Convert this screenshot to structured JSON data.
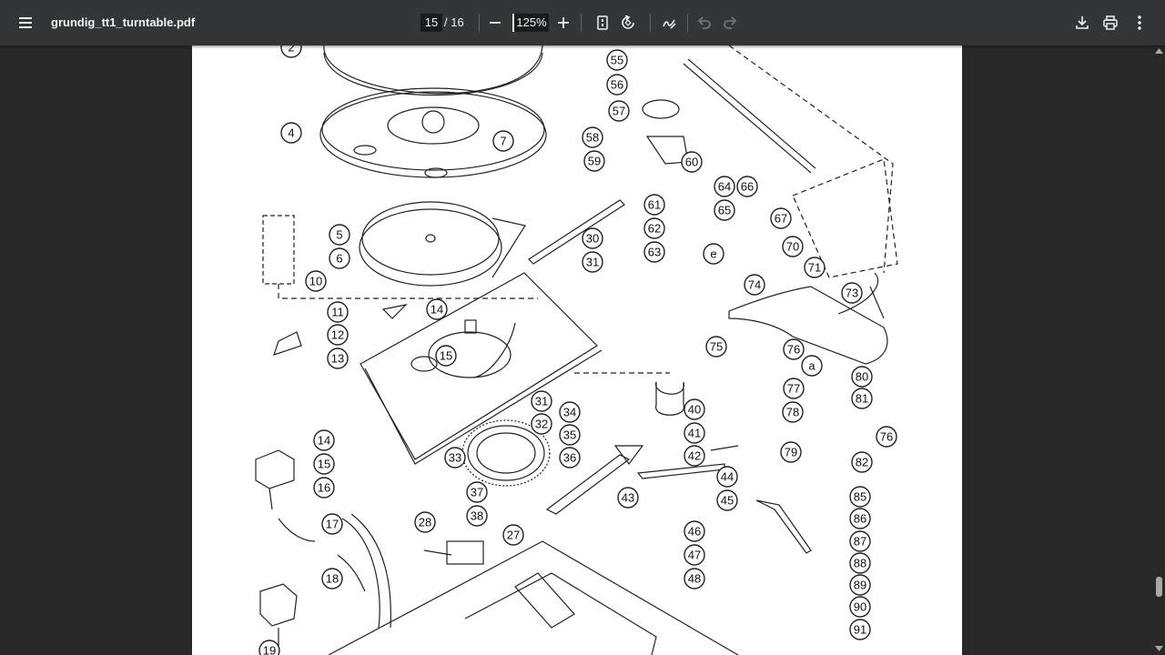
{
  "toolbar": {
    "file_name": "grundig_tt1_turntable.pdf",
    "current_page": "15",
    "page_separator": "/ 16",
    "zoom": "125%",
    "icons": {
      "menu": "hamburger-menu-icon",
      "zoom_out": "minus-icon",
      "zoom_in": "plus-icon",
      "fit": "fit-page-icon",
      "rotate": "rotate-icon",
      "annotate": "draw-icon",
      "undo": "undo-icon",
      "redo": "redo-icon",
      "download": "download-icon",
      "print": "print-icon",
      "more": "more-vertical-icon"
    }
  },
  "diagram": {
    "part_labels": [
      "2",
      "4",
      "7",
      "5",
      "6",
      "10",
      "11",
      "12",
      "13",
      "14",
      "15",
      "16",
      "17",
      "18",
      "19",
      "27",
      "28",
      "30",
      "31",
      "32",
      "33",
      "34",
      "35",
      "36",
      "37",
      "38",
      "40",
      "41",
      "42",
      "43",
      "44",
      "45",
      "46",
      "47",
      "48",
      "55",
      "56",
      "57",
      "58",
      "59",
      "60",
      "61",
      "62",
      "63",
      "64",
      "65",
      "66",
      "67",
      "70",
      "71",
      "73",
      "74",
      "75",
      "76",
      "77",
      "78",
      "79",
      "80",
      "81",
      "82",
      "85",
      "86",
      "87",
      "88",
      "89",
      "90",
      "91",
      "e",
      "a"
    ]
  }
}
